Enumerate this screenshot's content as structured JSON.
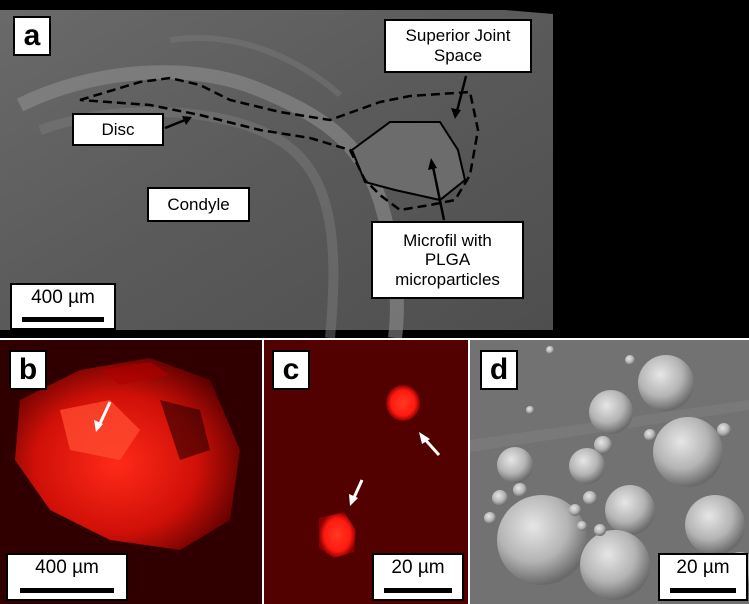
{
  "panels": {
    "a": {
      "letter": "a",
      "labels": {
        "superior_joint_space": "Superior Joint Space",
        "disc": "Disc",
        "condyle": "Condyle",
        "microfil": "Microfil with PLGA microparticles"
      },
      "scale_bar": "400 µm"
    },
    "b": {
      "letter": "b",
      "scale_bar": "400 µm"
    },
    "c": {
      "letter": "c",
      "scale_bar": "20 µm"
    },
    "d": {
      "letter": "d",
      "scale_bar": "20 µm"
    }
  },
  "colors": {
    "micrograph_gray": "#5f5f5f",
    "fluorescence_red": "#ff1a10",
    "background_black": "#000000",
    "sem_gray": "#6e6e6e"
  }
}
